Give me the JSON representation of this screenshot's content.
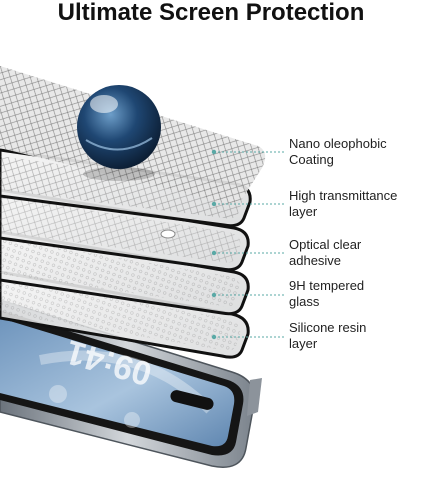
{
  "title": "Ultimate Screen Protection",
  "layers": [
    {
      "line1": "Nano oleophobic",
      "line2": "Coating"
    },
    {
      "line1": "High transmittance",
      "line2": "layer"
    },
    {
      "line1": "Optical clear",
      "line2": "adhesive"
    },
    {
      "line1": "9H tempered",
      "line2": "glass"
    },
    {
      "line1": "Silicone resin",
      "line2": "layer"
    }
  ],
  "phone_screen": {
    "clock": "09:41"
  },
  "colors": {
    "leader_line": "#5aa9a6",
    "film_frame": "#111111",
    "water_drop": "#1c3a5e",
    "phone_frame": "#9aa2ab",
    "screen": "#8fb1cf"
  }
}
